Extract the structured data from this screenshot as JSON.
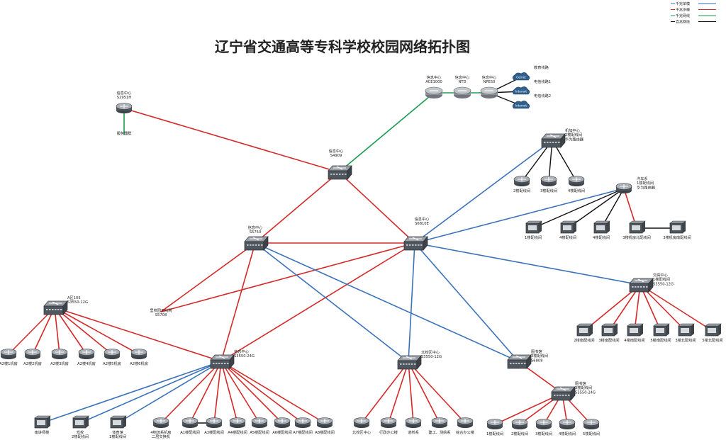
{
  "title": "辽宁省交通高等专科学校校园网络拓扑图",
  "legend": [
    {
      "label": "千兆单模",
      "color": "#2f6fb6"
    },
    {
      "label": "千兆多模",
      "color": "#d42a2a"
    },
    {
      "label": "千兆网线",
      "color": "#1a9a4a"
    },
    {
      "label": "百兆网线",
      "color": "#111111"
    }
  ],
  "colors": {
    "sm": "#3b72b9",
    "mm": "#d42a2a",
    "gbe": "#1e9b52",
    "fe": "#111111"
  },
  "nodes": [
    {
      "id": "s2951",
      "kind": "router",
      "icon": "router-icon",
      "labels": [
        "信息中心",
        "S2951H"
      ]
    },
    {
      "id": "srv",
      "kind": "label",
      "labels": [
        "服务器群"
      ]
    },
    {
      "id": "ace",
      "kind": "appliance",
      "icon": "ace-appliance-icon",
      "labels": [
        "信息中心",
        "ACE1000"
      ]
    },
    {
      "id": "ntd",
      "kind": "appliance",
      "icon": "ntd-appliance-icon",
      "labels": [
        "信息中心",
        "NTD"
      ]
    },
    {
      "id": "npe",
      "kind": "appliance",
      "icon": "npe-router-icon",
      "labels": [
        "信息中心",
        "NPE50"
      ]
    },
    {
      "id": "cernet",
      "kind": "cloud",
      "icon": "cernet-cloud-icon",
      "cloud": "Cernet",
      "labels": [
        "教育线路"
      ]
    },
    {
      "id": "inet1",
      "kind": "cloud",
      "icon": "internet-cloud-icon",
      "cloud": "Internet",
      "labels": [
        "电信线路1"
      ]
    },
    {
      "id": "inet2",
      "kind": "cloud",
      "icon": "internet-cloud-icon",
      "cloud": "Internet",
      "labels": [
        "电信线路2"
      ]
    },
    {
      "id": "s4909",
      "kind": "switch",
      "icon": "core-switch-icon",
      "labels": [
        "信息中心",
        "S4909"
      ]
    },
    {
      "id": "s5750",
      "kind": "switch",
      "icon": "switch-icon",
      "labels": [
        "信息中心",
        "S5750"
      ]
    },
    {
      "id": "s6810",
      "kind": "switch",
      "icon": "core-switch-icon",
      "labels": [
        "信息中心",
        "S6810E"
      ]
    },
    {
      "id": "jiajia",
      "kind": "switch",
      "icon": "switch-icon",
      "labels": [
        "机加中心",
        "2楼配线间",
        "华为路由器"
      ]
    },
    {
      "id": "jj2",
      "kind": "router",
      "icon": "router-icon",
      "labels": [
        "2楼配线间"
      ]
    },
    {
      "id": "jj3",
      "kind": "router",
      "icon": "router-icon",
      "labels": [
        "3楼配线间"
      ]
    },
    {
      "id": "jj4",
      "kind": "router",
      "icon": "router-icon",
      "labels": [
        "4楼配线间"
      ]
    },
    {
      "id": "qiche",
      "kind": "router",
      "icon": "router-icon",
      "labels": [
        "汽车系",
        "1楼配线间",
        "华为路由器"
      ]
    },
    {
      "id": "qc1",
      "kind": "server",
      "icon": "access-switch-icon",
      "labels": [
        "1楼配线间"
      ]
    },
    {
      "id": "qc2",
      "kind": "server",
      "icon": "access-switch-icon",
      "labels": [
        "4楼配线间"
      ]
    },
    {
      "id": "qc3",
      "kind": "server",
      "icon": "access-switch-icon",
      "labels": [
        "4楼配线间"
      ]
    },
    {
      "id": "qc4",
      "kind": "server",
      "icon": "access-switch-icon",
      "labels": [
        "3楼机房北配线间"
      ]
    },
    {
      "id": "qc5",
      "kind": "server",
      "icon": "access-switch-icon",
      "labels": [
        "3楼机房南配线间"
      ]
    },
    {
      "id": "wifi",
      "kind": "label",
      "labels": [
        "里校园无线网",
        "S5708"
      ]
    },
    {
      "id": "jiaogao",
      "kind": "switch",
      "icon": "switch-icon",
      "labels": [
        "交高中心",
        "1楼配线间",
        "S3550-12G"
      ]
    },
    {
      "id": "jg1",
      "kind": "server",
      "icon": "access-switch-icon",
      "labels": [
        "2楼南配线间"
      ]
    },
    {
      "id": "jg2",
      "kind": "server",
      "icon": "access-switch-icon",
      "labels": [
        "3楼南配线间"
      ]
    },
    {
      "id": "jg3",
      "kind": "server",
      "icon": "access-switch-icon",
      "labels": [
        "4楼南配线间"
      ]
    },
    {
      "id": "jg4",
      "kind": "server",
      "icon": "access-switch-icon",
      "labels": [
        "5楼南配线间"
      ]
    },
    {
      "id": "jg5",
      "kind": "server",
      "icon": "access-switch-icon",
      "labels": [
        "3楼北配线间"
      ]
    },
    {
      "id": "jg6",
      "kind": "server",
      "icon": "access-switch-icon",
      "labels": [
        "5楼北配线间"
      ]
    },
    {
      "id": "a105",
      "kind": "switch",
      "icon": "switch-icon",
      "labels": [
        "A区105",
        "S3550-12G"
      ]
    },
    {
      "id": "a1",
      "kind": "router",
      "icon": "router-icon",
      "labels": [
        "A2楼1机房"
      ]
    },
    {
      "id": "a2",
      "kind": "router",
      "icon": "router-icon",
      "labels": [
        "A2楼2机房"
      ]
    },
    {
      "id": "a3",
      "kind": "router",
      "icon": "router-icon",
      "labels": [
        "A2楼3机房"
      ]
    },
    {
      "id": "a4",
      "kind": "router",
      "icon": "router-icon",
      "labels": [
        "A2楼4机房"
      ]
    },
    {
      "id": "a5",
      "kind": "router",
      "icon": "router-icon",
      "labels": [
        "A2楼5机房"
      ]
    },
    {
      "id": "a6",
      "kind": "router",
      "icon": "router-icon",
      "labels": [
        "A2楼6机房"
      ]
    },
    {
      "id": "s3550",
      "kind": "switch",
      "icon": "switch-icon",
      "labels": [
        "信息中心",
        "S3550-24G"
      ]
    },
    {
      "id": "nj",
      "kind": "server",
      "icon": "access-switch-icon",
      "labels": [
        "南讲师楼"
      ]
    },
    {
      "id": "jx",
      "kind": "server",
      "icon": "access-switch-icon",
      "labels": [
        "驾校",
        "2楼配线间"
      ]
    },
    {
      "id": "ty",
      "kind": "server",
      "icon": "access-switch-icon",
      "labels": [
        "体育馆",
        "1楼配线间"
      ]
    },
    {
      "id": "wl",
      "kind": "router",
      "icon": "router-icon",
      "labels": [
        "4物流系机房",
        "二层交换机"
      ]
    },
    {
      "id": "d1",
      "kind": "router",
      "icon": "router-icon",
      "labels": [
        "A1楼配线间"
      ]
    },
    {
      "id": "d3",
      "kind": "router",
      "icon": "router-icon",
      "labels": [
        "A3楼配线间"
      ]
    },
    {
      "id": "d4",
      "kind": "router",
      "icon": "router-icon",
      "labels": [
        "A4楼配线间"
      ]
    },
    {
      "id": "d5",
      "kind": "router",
      "icon": "router-icon",
      "labels": [
        "A5楼配线间"
      ]
    },
    {
      "id": "d6",
      "kind": "router",
      "icon": "router-icon",
      "labels": [
        "A6楼配线间"
      ]
    },
    {
      "id": "d7",
      "kind": "router",
      "icon": "router-icon",
      "labels": [
        "A7楼配线间"
      ]
    },
    {
      "id": "d8",
      "kind": "router",
      "icon": "router-icon",
      "labels": [
        "A8楼配线间"
      ]
    },
    {
      "id": "bxq",
      "kind": "switch",
      "icon": "switch-icon",
      "labels": [
        "北校区中心",
        "S3550-12G"
      ]
    },
    {
      "id": "b1",
      "kind": "router",
      "icon": "router-icon",
      "labels": [
        "北校区中心"
      ]
    },
    {
      "id": "b2",
      "kind": "router",
      "icon": "router-icon",
      "labels": [
        "行政办公楼"
      ]
    },
    {
      "id": "b3",
      "kind": "router",
      "icon": "router-icon",
      "labels": [
        "道桥系"
      ]
    },
    {
      "id": "b4",
      "kind": "router",
      "icon": "router-icon",
      "labels": [
        "建工、测绘系"
      ]
    },
    {
      "id": "b5",
      "kind": "router",
      "icon": "router-icon",
      "labels": [
        "综合办公楼"
      ]
    },
    {
      "id": "tsg1",
      "kind": "switch",
      "icon": "switch-icon",
      "labels": [
        "图书馆",
        "3楼配线间",
        "S6808"
      ]
    },
    {
      "id": "tsg2",
      "kind": "switch",
      "icon": "switch-icon",
      "labels": [
        "图书馆",
        "3楼配线间",
        "S3550-24G"
      ]
    },
    {
      "id": "t1",
      "kind": "router",
      "icon": "router-icon",
      "labels": [
        "1楼配线间"
      ]
    },
    {
      "id": "t2",
      "kind": "router",
      "icon": "router-icon",
      "labels": [
        "2楼配线间"
      ]
    },
    {
      "id": "t3",
      "kind": "router",
      "icon": "router-icon",
      "labels": [
        "3楼配线间"
      ]
    },
    {
      "id": "t4",
      "kind": "router",
      "icon": "router-icon",
      "labels": [
        "4楼配线间"
      ]
    },
    {
      "id": "t5",
      "kind": "router",
      "icon": "router-icon",
      "labels": [
        "5楼配线间"
      ]
    }
  ],
  "links": [
    [
      "s2951",
      "srv",
      "gbe"
    ],
    [
      "s2951",
      "s4909",
      "mm"
    ],
    [
      "s4909",
      "ace",
      "gbe"
    ],
    [
      "ace",
      "ntd",
      "gbe"
    ],
    [
      "ntd",
      "npe",
      "gbe"
    ],
    [
      "npe",
      "cernet",
      "fe"
    ],
    [
      "npe",
      "inet1",
      "fe"
    ],
    [
      "npe",
      "inet2",
      "fe"
    ],
    [
      "s4909",
      "s5750",
      "mm"
    ],
    [
      "s4909",
      "s6810",
      "mm"
    ],
    [
      "s5750",
      "s6810",
      "mm"
    ],
    [
      "s5750",
      "wifi",
      "mm"
    ],
    [
      "s6810",
      "wifi",
      "mm"
    ],
    [
      "s6810",
      "jiajia",
      "sm"
    ],
    [
      "jiajia",
      "jj2",
      "fe"
    ],
    [
      "jiajia",
      "jj3",
      "fe"
    ],
    [
      "jiajia",
      "jj4",
      "fe"
    ],
    [
      "s6810",
      "qiche",
      "sm"
    ],
    [
      "qiche",
      "qc1",
      "fe"
    ],
    [
      "qiche",
      "qc2",
      "fe"
    ],
    [
      "qiche",
      "qc3",
      "fe"
    ],
    [
      "qiche",
      "qc4",
      "mm"
    ],
    [
      "qc4",
      "qc5",
      "fe"
    ],
    [
      "s6810",
      "jiaogao",
      "sm"
    ],
    [
      "jiaogao",
      "jg1",
      "mm"
    ],
    [
      "jiaogao",
      "jg2",
      "mm"
    ],
    [
      "jiaogao",
      "jg3",
      "mm"
    ],
    [
      "jiaogao",
      "jg4",
      "mm"
    ],
    [
      "jiaogao",
      "jg5",
      "mm"
    ],
    [
      "jiaogao",
      "jg6",
      "mm"
    ],
    [
      "s5750",
      "s3550",
      "mm"
    ],
    [
      "s6810",
      "s3550",
      "mm"
    ],
    [
      "a105",
      "s3550",
      "mm"
    ],
    [
      "a105",
      "a1",
      "mm"
    ],
    [
      "a105",
      "a2",
      "mm"
    ],
    [
      "a105",
      "a3",
      "mm"
    ],
    [
      "a105",
      "a4",
      "mm"
    ],
    [
      "a105",
      "a5",
      "mm"
    ],
    [
      "a105",
      "a6",
      "mm"
    ],
    [
      "s3550",
      "nj",
      "sm"
    ],
    [
      "s3550",
      "jx",
      "sm"
    ],
    [
      "s3550",
      "ty",
      "sm"
    ],
    [
      "s3550",
      "wl",
      "mm"
    ],
    [
      "s3550",
      "d1",
      "mm"
    ],
    [
      "s3550",
      "d3",
      "mm"
    ],
    [
      "s3550",
      "d4",
      "mm"
    ],
    [
      "s3550",
      "d5",
      "mm"
    ],
    [
      "s3550",
      "d6",
      "mm"
    ],
    [
      "s3550",
      "d7",
      "mm"
    ],
    [
      "s3550",
      "d8",
      "mm"
    ],
    [
      "d1",
      "d3",
      "fe"
    ],
    [
      "s5750",
      "bxq",
      "sm"
    ],
    [
      "s6810",
      "bxq",
      "sm"
    ],
    [
      "bxq",
      "b1",
      "mm"
    ],
    [
      "bxq",
      "b2",
      "mm"
    ],
    [
      "bxq",
      "b3",
      "mm"
    ],
    [
      "bxq",
      "b4",
      "mm"
    ],
    [
      "bxq",
      "b5",
      "mm"
    ],
    [
      "s5750",
      "tsg1",
      "sm"
    ],
    [
      "s6810",
      "tsg1",
      "sm"
    ],
    [
      "tsg1",
      "tsg2",
      "mm"
    ],
    [
      "tsg2",
      "t1",
      "mm"
    ],
    [
      "tsg2",
      "t2",
      "mm"
    ],
    [
      "tsg2",
      "t3",
      "mm"
    ],
    [
      "tsg2",
      "t4",
      "mm"
    ],
    [
      "tsg2",
      "t5",
      "mm"
    ]
  ]
}
